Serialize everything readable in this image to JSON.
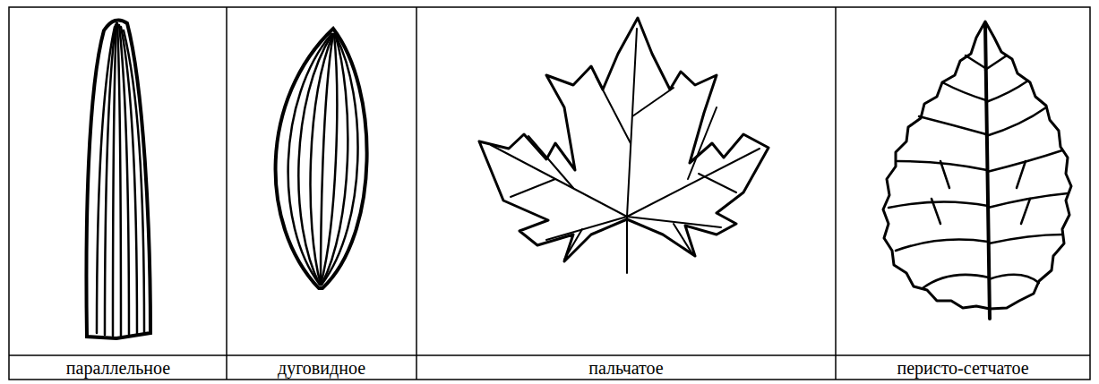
{
  "diagram": {
    "labels": [
      "параллельное",
      "дуговидное",
      "пальчатое",
      "перисто-сетчатое"
    ]
  }
}
